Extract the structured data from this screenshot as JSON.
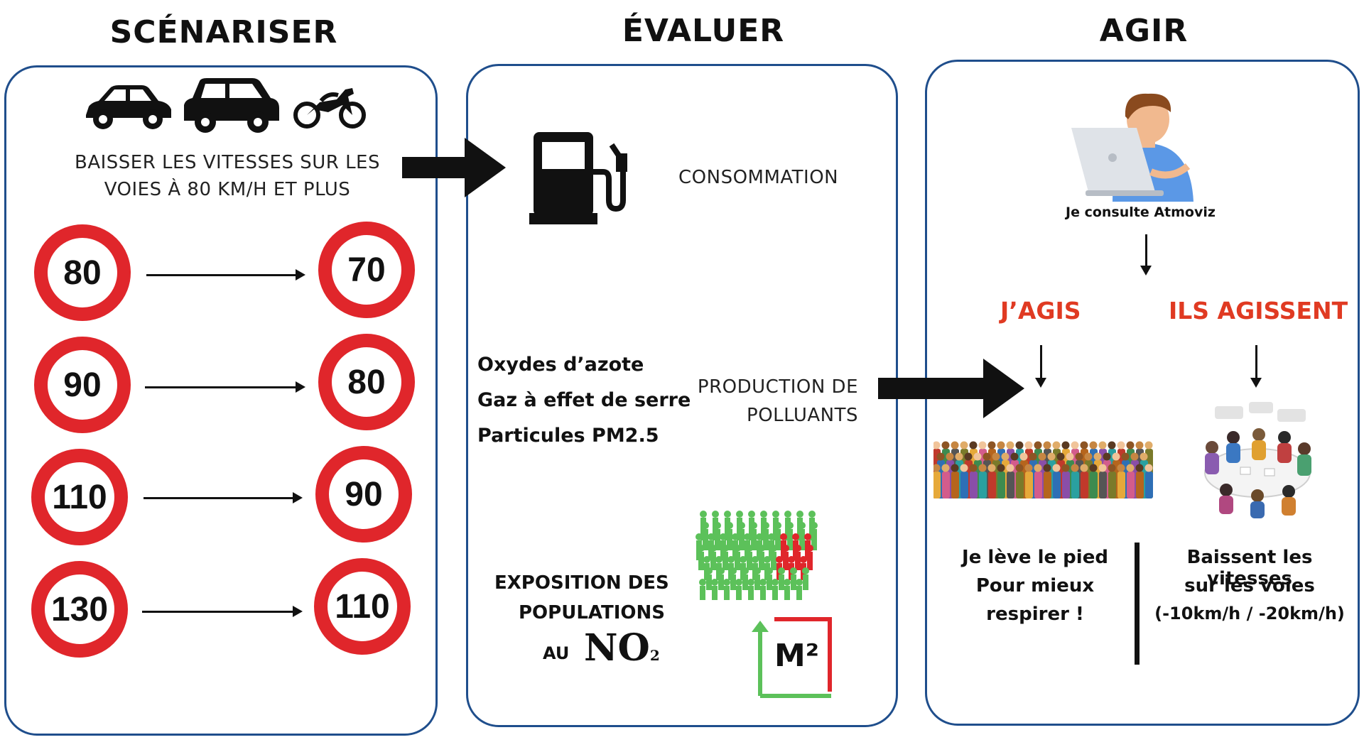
{
  "headings": {
    "scenariser": "SCÉNARISER",
    "evaluer": "ÉVALUER",
    "agir": "AGIR"
  },
  "scenariser": {
    "vehicles": [
      "car-icon",
      "suv-icon",
      "motorcycle-icon"
    ],
    "description_line1": "BAISSER LES VITESSES SUR LES",
    "description_line2": "VOIES À 80 KM/H ET PLUS",
    "speed_changes": [
      {
        "from": "80",
        "to": "70"
      },
      {
        "from": "90",
        "to": "80"
      },
      {
        "from": "110",
        "to": "90"
      },
      {
        "from": "130",
        "to": "110"
      }
    ]
  },
  "evaluer": {
    "consommation": "CONSOMMATION",
    "pollutants": [
      "Oxydes d’azote",
      "Gaz à effet de serre",
      "Particules PM2.5"
    ],
    "production_line1": "PRODUCTION DE",
    "production_line2": "POLLUANTS",
    "exposition_line1": "EXPOSITION DES",
    "exposition_line2": "POPULATIONS",
    "exposition_au": "AU",
    "no2_main": "NO",
    "no2_sub": "2",
    "m2": "M²"
  },
  "agir": {
    "consult": "Je consulte Atmoviz",
    "jagis": "J’AGIS",
    "ils_agissent": "ILS AGISSENT",
    "jagis_text": [
      "Je lève le pied",
      "Pour mieux",
      "respirer !"
    ],
    "ils_text": [
      "Baissent les vitesses",
      "sur les voies",
      "(-10km/h / -20km/h)"
    ]
  },
  "colors": {
    "panel_border": "#1f4e8c",
    "sign_red": "#e0262b",
    "accent_red": "#e03a22",
    "green": "#5cc15a"
  }
}
